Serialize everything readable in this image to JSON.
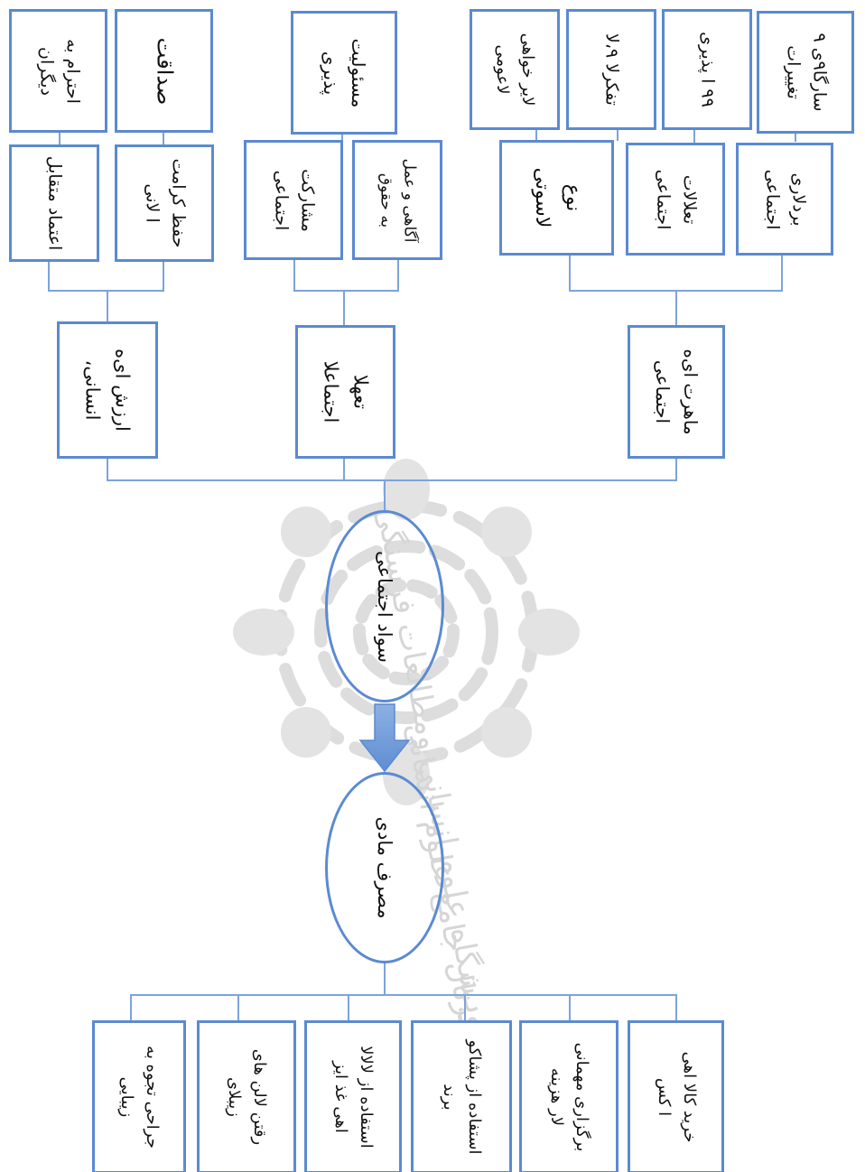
{
  "colors": {
    "border": "#5b8ad1",
    "connector": "#7da3da",
    "arrow": "#6f9ad6",
    "watermark": "#d6d6d6"
  },
  "center": {
    "social_literacy": "سواد اجتماعی",
    "material_consumption": "مصرف مادی"
  },
  "branches": {
    "human_values": "ارزش ای‌ه انسانی،",
    "social_commitments": "تعهلا اجتماعلا",
    "social_skills": "ماهرت ای‌ه اجتماعی"
  },
  "human_values_items": {
    "mutual_trust": "اعتماد متقابل",
    "dignity": "حفظ کرامت\nا لانی",
    "respect": "احترام به\nدیگران",
    "honesty": "صداقت"
  },
  "commitment_items": {
    "participation": "مشارکت\nاجتماعی",
    "rights_awareness": "آگاهی و عمل\nبه حقوق",
    "responsibility": "مسئولیت\nپذیری"
  },
  "skill_items": {
    "diversity": "نوع\nلاسوتی",
    "interactions": "تعلالات\nاجتماعی",
    "tolerance": "بردلاری\nاجتماعی",
    "altruism": "لاير خواهی\nلاعومی",
    "analysis": "تفکرلا ۹،لا",
    "acceptance": "۹۹ ا پذیری",
    "adaptation": "سارگا۹ی ۹\nتغییرات"
  },
  "consumption_items": {
    "surgery": "جراحی تجوه به\nزیبایی",
    "beauty_care": "رقتن لالن های\nزیبلای",
    "supplements": "استفاده از لالالا\nاهی غذ ایز",
    "brand_clothing": "استفاده از پشاکو\nبرند",
    "costly_party": "برگزاری مهمانی\nلار هزینه",
    "luxury_goods": "خرید کالا اهی\nا کس"
  },
  "watermark": {
    "line1": "پژوہشگاه علوم انسانی ومطالعات فرسنگی",
    "line2": "پرتال جامع علوم انسانی"
  }
}
